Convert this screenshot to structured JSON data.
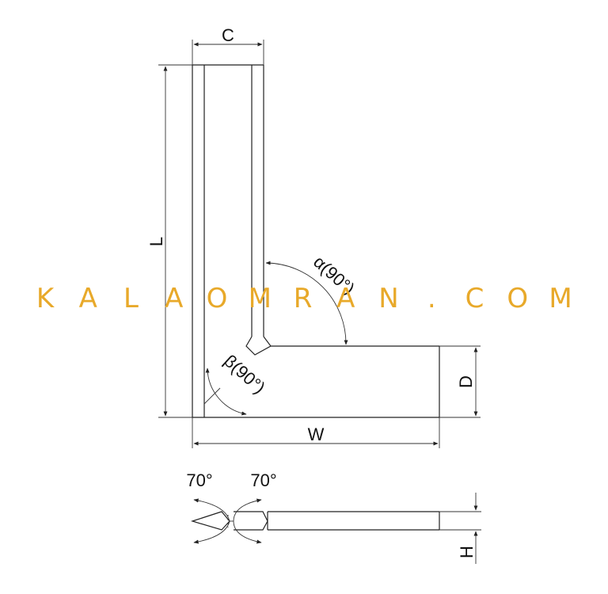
{
  "labels": {
    "c": "C",
    "l": "L",
    "w": "W",
    "d": "D",
    "h": "H",
    "alpha": "α(90°)",
    "beta": "β(90°)",
    "angle_left": "70°",
    "angle_right": "70°"
  },
  "watermark": {
    "chars": [
      "K",
      "A",
      "L",
      "A",
      "O",
      "M",
      "R",
      "A",
      "N",
      ".",
      "C",
      "O",
      "M"
    ],
    "color": "#e8a92a"
  }
}
